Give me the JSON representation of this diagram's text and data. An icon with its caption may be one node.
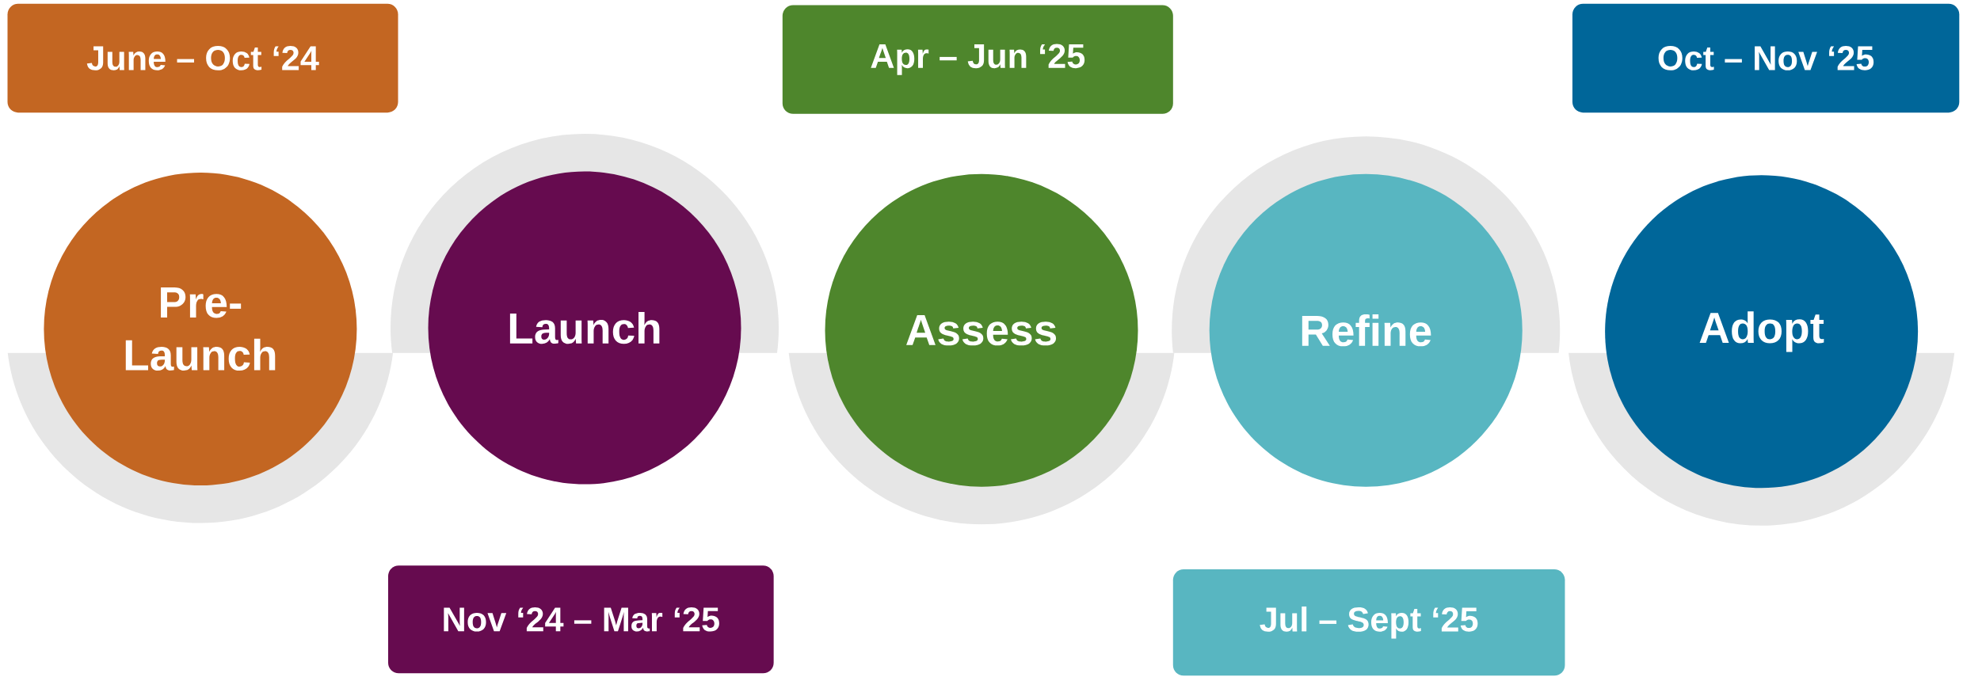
{
  "diagram": {
    "nodes": [
      {
        "text": [
          "June – Oct ‘24"
        ]
      },
      {
        "text": [
          "Pre- Launch"
        ]
      },
      {
        "text": [
          "Launch"
        ]
      },
      {
        "text": [
          "Nov ‘24 – Mar ‘25"
        ]
      },
      {
        "text": [
          "Apr – Jun ‘25"
        ]
      },
      {
        "text": [
          "Assess"
        ]
      },
      {
        "text": [
          "Refine"
        ]
      },
      {
        "text": [
          "Jul – Sept ‘25"
        ]
      },
      {
        "text": [
          "Oct – Nov ‘25"
        ]
      },
      {
        "text": [
          "Adopt"
        ]
      }
    ]
  }
}
